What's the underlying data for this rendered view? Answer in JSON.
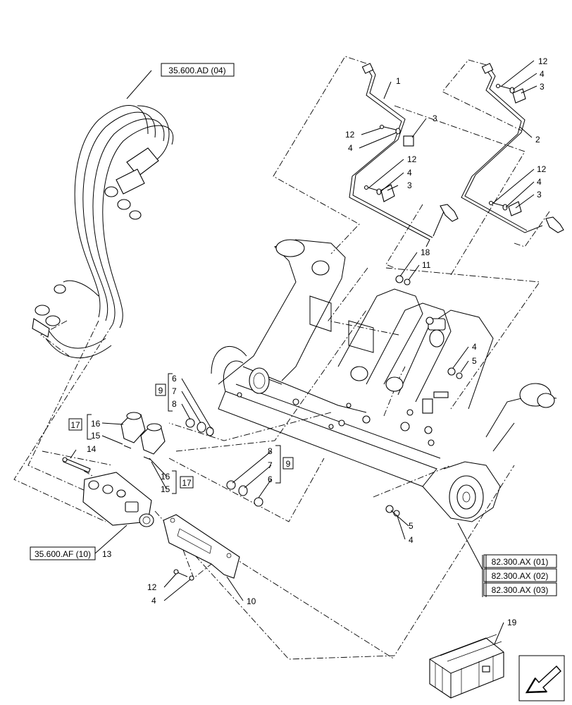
{
  "references": {
    "hose_ref": "35.600.AD (04)",
    "valve_ref": "35.600.AF (10)",
    "frame_ref_1": "82.300.AX (01)",
    "frame_ref_2": "82.300.AX (02)",
    "frame_ref_3": "82.300.AX (03)"
  },
  "kits": {
    "kit_9_top": "9",
    "kit_9_right": "9",
    "kit_17_left": "17",
    "kit_17_right": "17"
  },
  "callouts": {
    "c1": "1",
    "c2": "2",
    "c12a": "12",
    "c4a": "4",
    "c3a": "3",
    "c12b": "12",
    "c4b": "4",
    "c3b": "3",
    "c12c": "12",
    "c4c": "4",
    "c3c": "3",
    "c12d": "12",
    "c4d": "4",
    "c3d": "3",
    "c18": "18",
    "c11": "11",
    "c4e": "4",
    "c5a": "5",
    "c6a": "6",
    "c7a": "7",
    "c8a": "8",
    "c16a": "16",
    "c15a": "15",
    "c14": "14",
    "c16b": "16",
    "c15b": "15",
    "c8b": "8",
    "c7b": "7",
    "c6b": "6",
    "c5b": "5",
    "c4f": "4",
    "c13": "13",
    "c12e": "12",
    "c4g": "4",
    "c10": "10",
    "c19": "19"
  },
  "icons": {
    "orientation": "view-direction-arrow-icon",
    "kit": "crate-icon"
  }
}
